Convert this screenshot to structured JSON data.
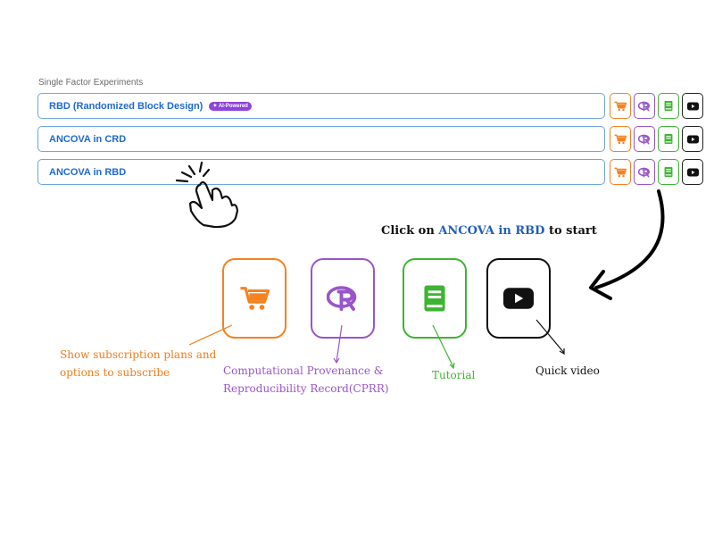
{
  "section": {
    "label": "Single Factor Experiments"
  },
  "rows": [
    {
      "title": "RBD (Randomized Block Design)",
      "badge": "✦ AI-Powered"
    },
    {
      "title": "ANCOVA in CRD"
    },
    {
      "title": "ANCOVA in RBD"
    }
  ],
  "icons": {
    "cart": "shopping-cart-icon",
    "r": "r-logo-icon",
    "book": "book-icon",
    "youtube": "youtube-play-icon",
    "hand": "pointing-hand-icon"
  },
  "instruction": {
    "prefix": "Click on ",
    "highlight": "ANCOVA in RBD",
    "suffix": " to start"
  },
  "captions": {
    "cart_line1": "Show subscription plans and",
    "cart_line2": "options to subscribe",
    "cprr_line1": "Computational Provenance &",
    "cprr_line2": "Reproducibility Record(CPRR)",
    "tutorial": "Tutorial",
    "video": "Quick video"
  },
  "colors": {
    "cart": "#f5821f",
    "r": "#9a55c9",
    "book": "#3fb433",
    "youtube": "#111111",
    "row_border": "#6ea6e0",
    "row_text": "#1f6ad1",
    "highlight": "#1f5fbd",
    "badge": "#8e44d8"
  }
}
